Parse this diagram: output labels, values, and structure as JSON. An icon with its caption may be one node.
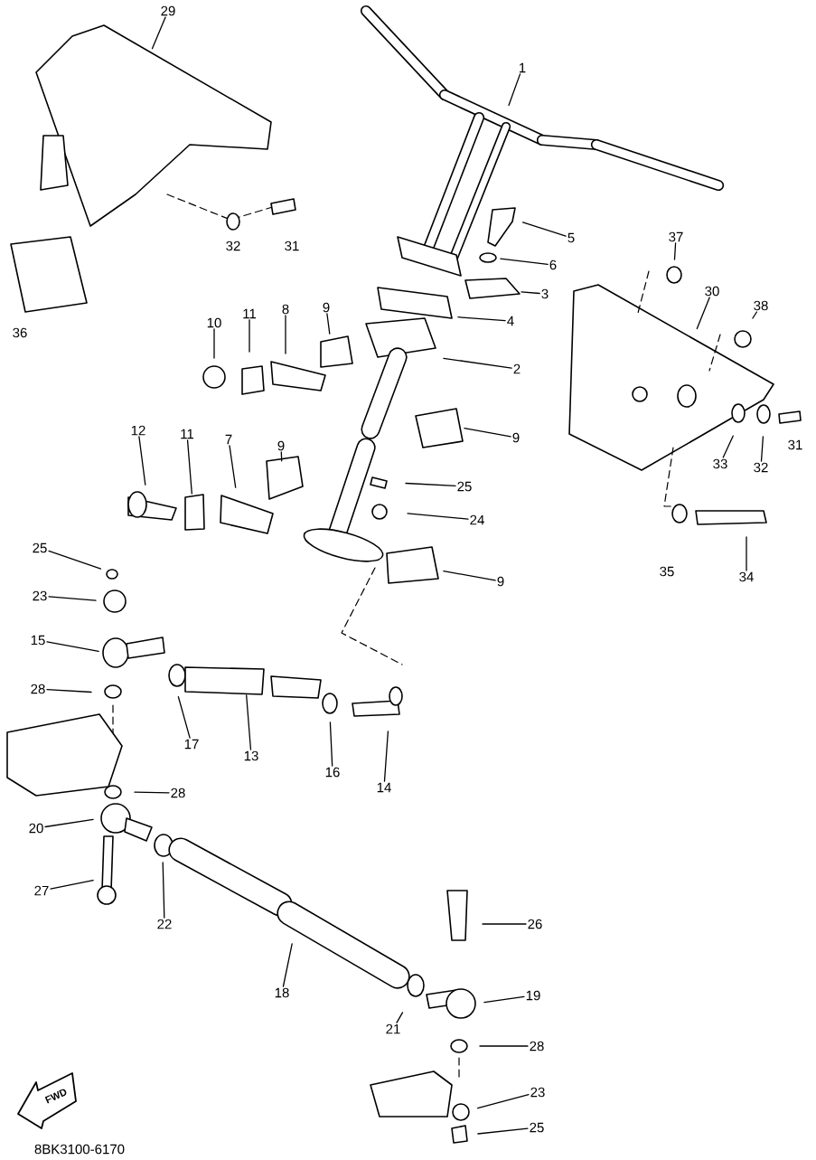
{
  "diagram": {
    "nodes": [
      {
        "text": [
          "29"
        ]
      },
      {
        "text": [
          "1"
        ]
      },
      {
        "text": [
          "5"
        ]
      },
      {
        "text": [
          "37"
        ]
      },
      {
        "text": [
          "6"
        ]
      },
      {
        "text": [
          "30"
        ]
      },
      {
        "text": [
          "3"
        ]
      },
      {
        "text": [
          "38"
        ]
      },
      {
        "text": [
          "8"
        ]
      },
      {
        "text": [
          "9"
        ]
      },
      {
        "text": [
          "11"
        ]
      },
      {
        "text": [
          "4"
        ]
      },
      {
        "text": [
          "10"
        ]
      },
      {
        "text": [
          "2"
        ]
      },
      {
        "text": [
          "12"
        ]
      },
      {
        "text": [
          "11"
        ]
      },
      {
        "text": [
          "9"
        ]
      },
      {
        "text": [
          "7"
        ]
      },
      {
        "text": [
          "9"
        ]
      },
      {
        "text": [
          "33"
        ]
      },
      {
        "text": [
          "32"
        ]
      },
      {
        "text": [
          "25"
        ]
      },
      {
        "text": [
          "24"
        ]
      },
      {
        "text": [
          "25"
        ]
      },
      {
        "text": [
          "34"
        ]
      },
      {
        "text": [
          "9"
        ]
      },
      {
        "text": [
          "23"
        ]
      },
      {
        "text": [
          "15"
        ]
      },
      {
        "text": [
          "28"
        ]
      },
      {
        "text": [
          "17"
        ]
      },
      {
        "text": [
          "13"
        ]
      },
      {
        "text": [
          "16"
        ]
      },
      {
        "text": [
          "14"
        ]
      },
      {
        "text": [
          "28"
        ]
      },
      {
        "text": [
          "20"
        ]
      },
      {
        "text": [
          "27"
        ]
      },
      {
        "text": [
          "22"
        ]
      },
      {
        "text": [
          "26"
        ]
      },
      {
        "text": [
          "18"
        ]
      },
      {
        "text": [
          "19"
        ]
      },
      {
        "text": [
          "21"
        ]
      },
      {
        "text": [
          "28"
        ]
      },
      {
        "text": [
          "23"
        ]
      },
      {
        "text": [
          "25"
        ]
      }
    ],
    "edges": [
      {
        "from": 0,
        "to": null,
        "arrow": "none"
      },
      {
        "from": 1,
        "to": null,
        "arrow": "none"
      },
      {
        "from": 2,
        "to": null,
        "arrow": "none"
      },
      {
        "from": 3,
        "to": null,
        "arrow": "none"
      },
      {
        "from": 4,
        "to": null,
        "arrow": "none"
      },
      {
        "from": 5,
        "to": null,
        "arrow": "none"
      },
      {
        "from": 6,
        "to": null,
        "arrow": "none"
      },
      {
        "from": 7,
        "to": null,
        "arrow": "none"
      },
      {
        "from": 8,
        "to": null,
        "arrow": "none"
      },
      {
        "from": 9,
        "to": null,
        "arrow": "none"
      },
      {
        "from": 10,
        "to": null,
        "arrow": "none"
      },
      {
        "from": 11,
        "to": null,
        "arrow": "none"
      },
      {
        "from": 12,
        "to": null,
        "arrow": "none"
      },
      {
        "from": 13,
        "to": null,
        "arrow": "none"
      },
      {
        "from": 14,
        "to": null,
        "arrow": "none"
      },
      {
        "from": 15,
        "to": null,
        "arrow": "none"
      },
      {
        "from": 16,
        "to": null,
        "arrow": "none"
      },
      {
        "from": 17,
        "to": null,
        "arrow": "none"
      },
      {
        "from": 18,
        "to": null,
        "arrow": "none"
      },
      {
        "from": 19,
        "to": null,
        "arrow": "none"
      },
      {
        "from": 20,
        "to": null,
        "arrow": "none"
      },
      {
        "from": 21,
        "to": null,
        "arrow": "none"
      },
      {
        "from": 22,
        "to": null,
        "arrow": "none"
      },
      {
        "from": 23,
        "to": null,
        "arrow": "none"
      },
      {
        "from": 24,
        "to": null,
        "arrow": "none"
      },
      {
        "from": 25,
        "to": null,
        "arrow": "none"
      },
      {
        "from": 26,
        "to": null,
        "arrow": "none"
      },
      {
        "from": 27,
        "to": null,
        "arrow": "none"
      },
      {
        "from": 28,
        "to": null,
        "arrow": "none"
      },
      {
        "from": 29,
        "to": null,
        "arrow": "none"
      },
      {
        "from": 30,
        "to": null,
        "arrow": "none"
      },
      {
        "from": 31,
        "to": null,
        "arrow": "none"
      },
      {
        "from": 32,
        "to": null,
        "arrow": "none"
      },
      {
        "from": 33,
        "to": null,
        "arrow": "none"
      },
      {
        "from": 34,
        "to": null,
        "arrow": "none"
      },
      {
        "from": 35,
        "to": null,
        "arrow": "none"
      },
      {
        "from": 36,
        "to": null,
        "arrow": "none"
      },
      {
        "from": 37,
        "to": null,
        "arrow": "none"
      },
      {
        "from": 38,
        "to": null,
        "arrow": "none"
      },
      {
        "from": 39,
        "to": null,
        "arrow": "none"
      },
      {
        "from": 40,
        "to": null,
        "arrow": "none"
      },
      {
        "from": 41,
        "to": null,
        "arrow": "none"
      },
      {
        "from": 42,
        "to": null,
        "arrow": "none"
      },
      {
        "from": 43,
        "to": null,
        "arrow": "none"
      }
    ],
    "labels": [
      "36",
      "32",
      "31",
      "31",
      "35",
      "FWD",
      "8BK3100-6170"
    ]
  }
}
